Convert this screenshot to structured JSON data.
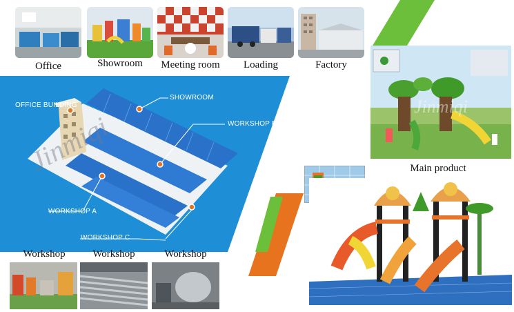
{
  "top_photos": [
    {
      "caption": "Office"
    },
    {
      "caption": "Showroom"
    },
    {
      "caption": "Meeting room"
    },
    {
      "caption": "Loading"
    },
    {
      "caption": "Factory"
    }
  ],
  "map": {
    "labels": {
      "office_building": "OFFICE BUILDING",
      "showroom": "SHOWROOM",
      "workshop_b": "WORKSHOP  B",
      "workshop_a": "WORKSHOP  A",
      "workshop_c": "WORKSHOP  C"
    },
    "watermark": "Jinmiqi"
  },
  "bottom_photos": [
    {
      "caption": "Workshop"
    },
    {
      "caption": "Workshop"
    },
    {
      "caption": "Workshop"
    }
  ],
  "product": {
    "caption": "Main product",
    "watermark": "Jinmiqi"
  },
  "colors": {
    "blue_panel": "#1e8fd6",
    "blue_light": "#3aa6e6",
    "orange": "#e8731f",
    "green": "#6cbf3a"
  }
}
